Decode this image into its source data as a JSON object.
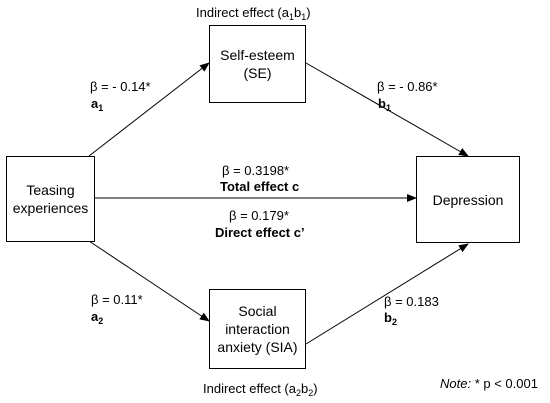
{
  "nodes": {
    "teasing": {
      "line1": "Teasing",
      "line2": "experiences"
    },
    "self_esteem": {
      "label": "Self-esteem (SE)"
    },
    "depression": {
      "label": "Depression"
    },
    "sia": {
      "line1": "Social",
      "line2": "interaction",
      "line3": "anxiety (SIA)"
    }
  },
  "indirect_top": {
    "prefix": "Indirect effect (a",
    "s1": "1",
    "mid": "b",
    "s2": "1",
    "suffix": ")"
  },
  "indirect_bottom": {
    "prefix": "Indirect effect (a",
    "s1": "2",
    "mid": "b",
    "s2": "2",
    "suffix": ")"
  },
  "paths": {
    "a1": {
      "beta": "β = - 0.14*",
      "name": "a",
      "sub": "1"
    },
    "b1": {
      "beta": "β = - 0.86*",
      "name": "b",
      "sub": "1"
    },
    "a2": {
      "beta": "β = 0.11*",
      "name": "a",
      "sub": "2"
    },
    "b2": {
      "beta": "β = 0.183",
      "name": "b",
      "sub": "2"
    },
    "total": {
      "beta": "β = 0.3198*",
      "name": "Total effect c"
    },
    "direct": {
      "beta": "β = 0.179*",
      "name": "Direct effect c’"
    }
  },
  "note": {
    "label": "Note:",
    "text": " * p < 0.001"
  }
}
